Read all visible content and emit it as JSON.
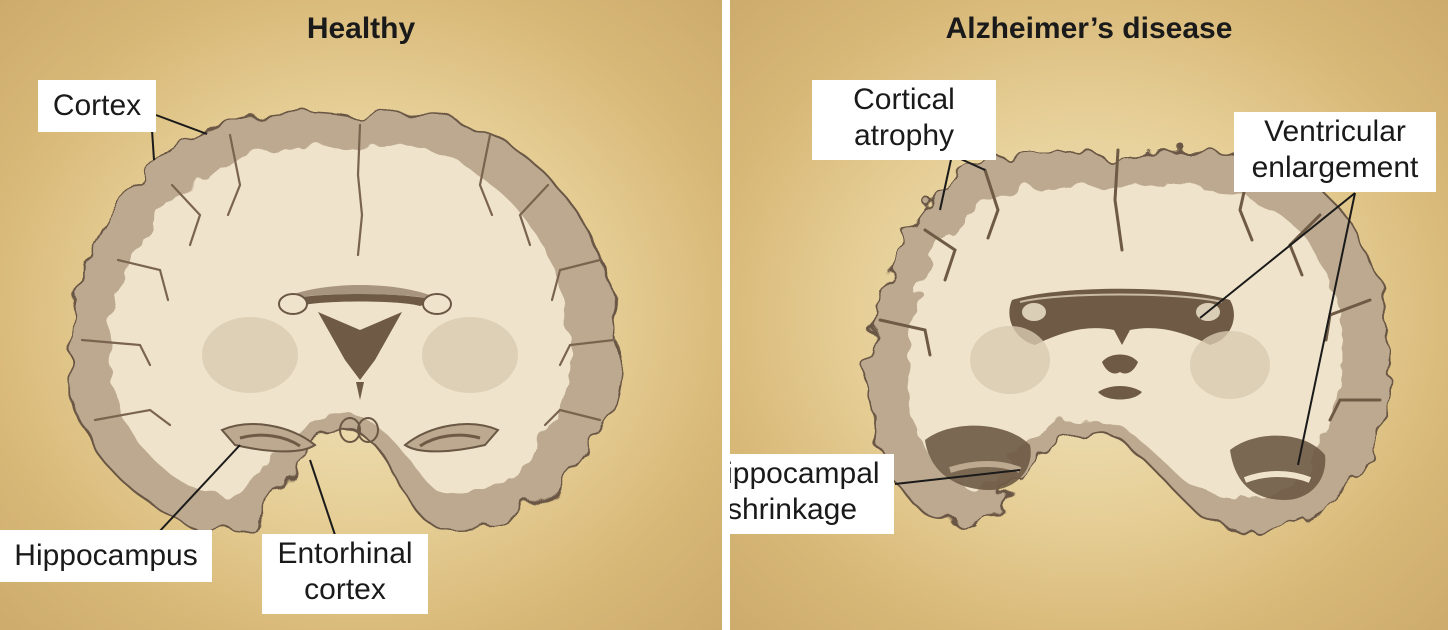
{
  "panels": {
    "healthy": {
      "title": "Healthy",
      "labels": {
        "cortex": "Cortex",
        "hippocampus": "Hippocampus",
        "entorhinal_line1": "Entorhinal",
        "entorhinal_line2": "cortex"
      }
    },
    "alzheimers": {
      "title": "Alzheimer’s disease",
      "labels": {
        "cortical_line1": "Cortical",
        "cortical_line2": "atrophy",
        "ventricular_line1": "Ventricular",
        "ventricular_line2": "enlargement",
        "hippocampal_line1": "Hippocampal",
        "hippocampal_line2": "shrinkage"
      }
    }
  },
  "colors": {
    "background": "#e6cf97",
    "grey_matter": "#bca98f",
    "white_matter": "#efe3cb",
    "ventricle": "#6e5a45",
    "outline": "#6a5744"
  }
}
